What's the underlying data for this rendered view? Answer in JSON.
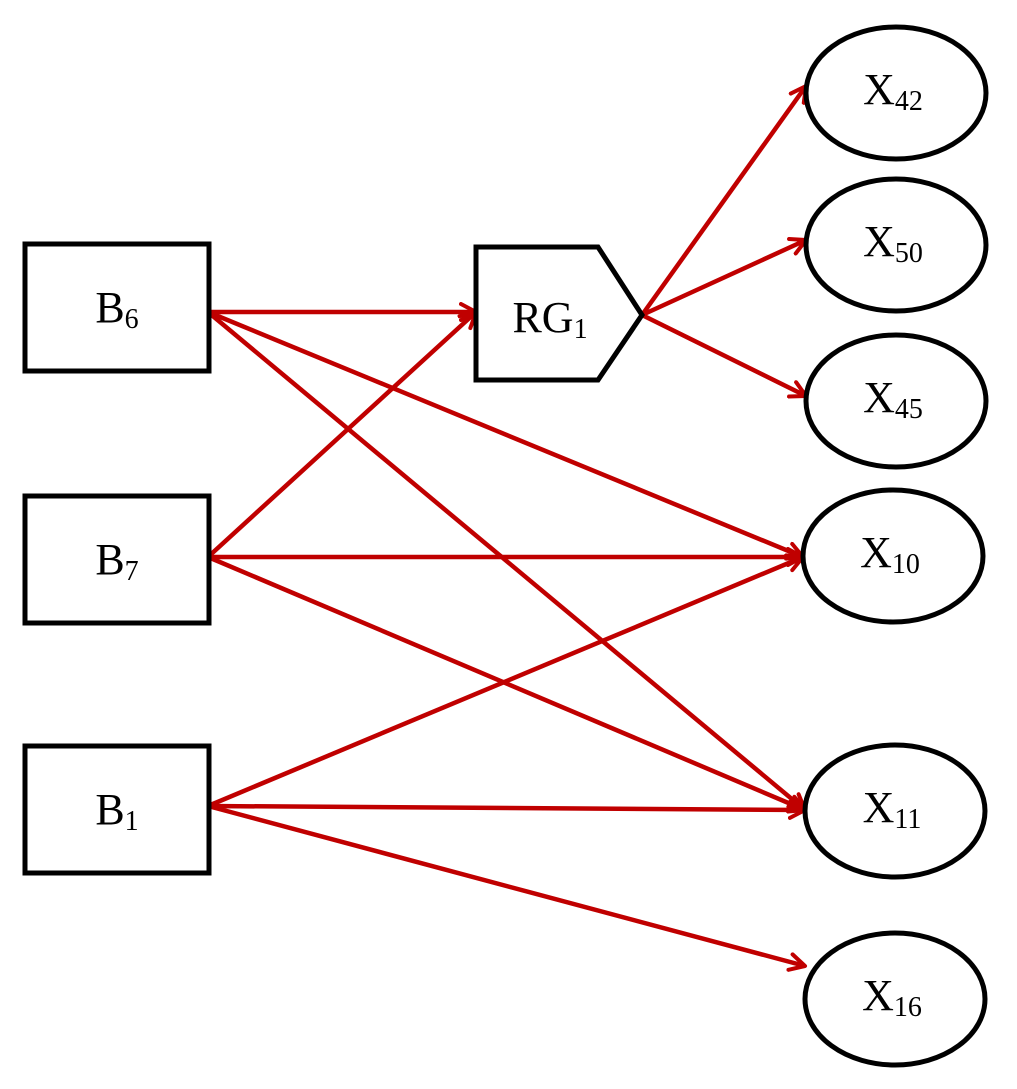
{
  "colors": {
    "edge": "#c00000",
    "node_stroke": "#000000",
    "background": "#ffffff"
  },
  "nodes": {
    "b6": {
      "base": "B",
      "sub": "6",
      "shape": "rectangle"
    },
    "b7": {
      "base": "B",
      "sub": "7",
      "shape": "rectangle"
    },
    "b1": {
      "base": "B",
      "sub": "1",
      "shape": "rectangle"
    },
    "rg1": {
      "base": "RG",
      "sub": "1",
      "shape": "pentagon"
    },
    "x42": {
      "base": "X",
      "sub": "42",
      "shape": "ellipse"
    },
    "x50": {
      "base": "X",
      "sub": "50",
      "shape": "ellipse"
    },
    "x45": {
      "base": "X",
      "sub": "45",
      "shape": "ellipse"
    },
    "x10": {
      "base": "X",
      "sub": "10",
      "shape": "ellipse"
    },
    "x11": {
      "base": "X",
      "sub": "11",
      "shape": "ellipse"
    },
    "x16": {
      "base": "X",
      "sub": "16",
      "shape": "ellipse"
    }
  },
  "edges": [
    {
      "from": "B6",
      "to": "RG1"
    },
    {
      "from": "B6",
      "to": "X10"
    },
    {
      "from": "B6",
      "to": "X11"
    },
    {
      "from": "B7",
      "to": "RG1"
    },
    {
      "from": "B7",
      "to": "X10"
    },
    {
      "from": "B7",
      "to": "X11"
    },
    {
      "from": "B1",
      "to": "X10"
    },
    {
      "from": "B1",
      "to": "X11"
    },
    {
      "from": "B1",
      "to": "X16"
    },
    {
      "from": "RG1",
      "to": "X42"
    },
    {
      "from": "RG1",
      "to": "X50"
    },
    {
      "from": "RG1",
      "to": "X45"
    }
  ]
}
